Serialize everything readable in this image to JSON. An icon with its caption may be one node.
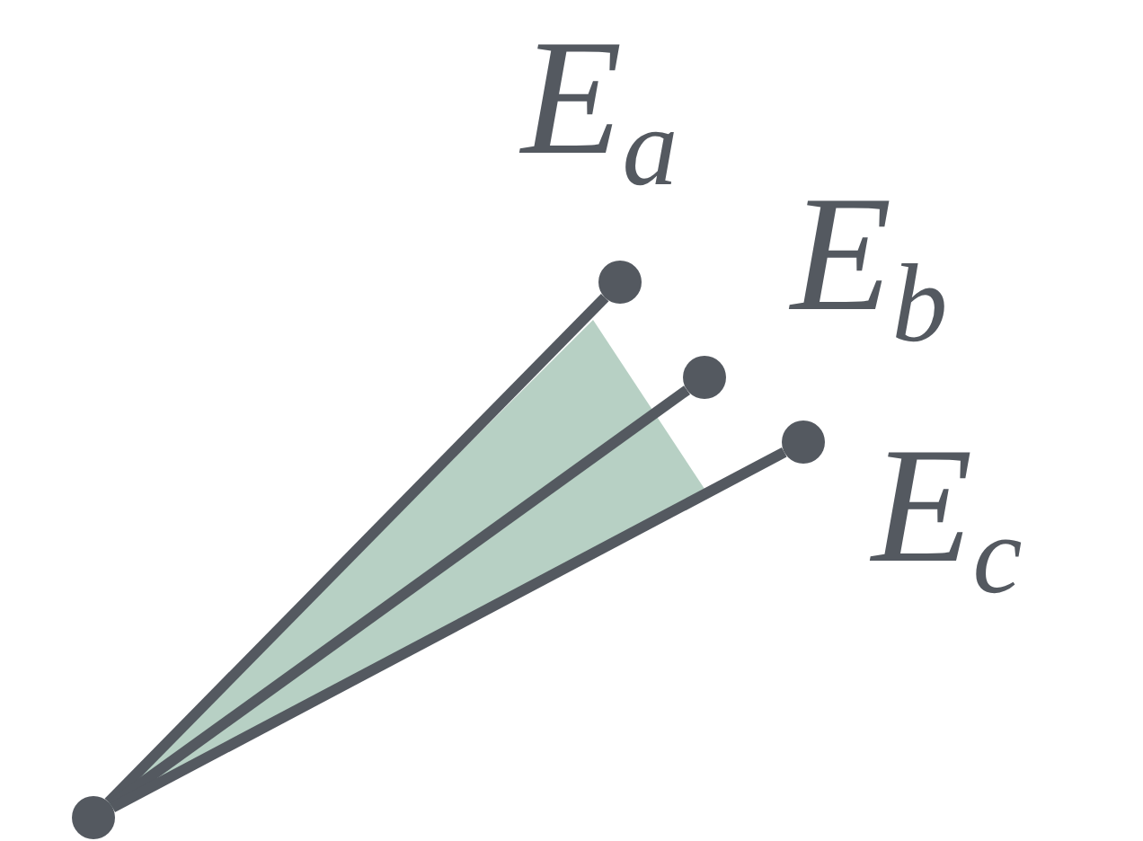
{
  "diagram": {
    "nodes": [
      {
        "text": [],
        "shape": "circle"
      },
      {
        "text": [],
        "shape": "circle",
        "beside": [
          "E$_{a}$"
        ]
      },
      {
        "text": [],
        "shape": "circle",
        "beside": [
          "E$_{b}$"
        ]
      },
      {
        "text": [],
        "shape": "circle",
        "beside": [
          "E$_{c}$"
        ]
      }
    ],
    "edges": [
      {
        "from": 0,
        "to": 1,
        "arrow": "none"
      },
      {
        "from": 0,
        "to": 2,
        "arrow": "none"
      },
      {
        "from": 0,
        "to": 3,
        "arrow": "none"
      }
    ]
  }
}
